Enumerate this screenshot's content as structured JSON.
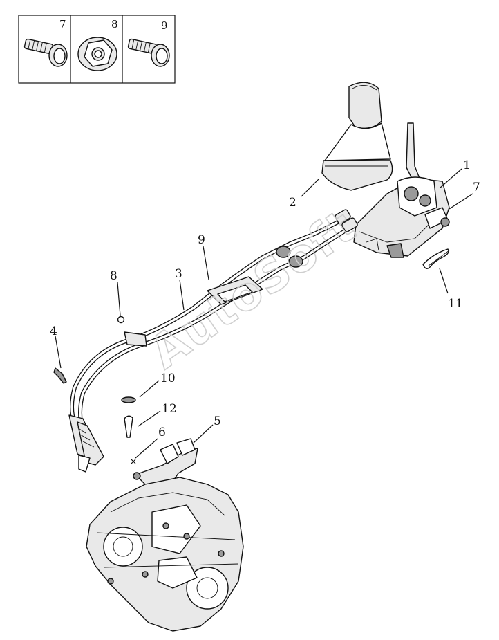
{
  "watermark": "AutoSoft",
  "fastener_boxes": [
    {
      "number": "7",
      "icon": "bolt-icon"
    },
    {
      "number": "8",
      "icon": "flange-nut-icon"
    },
    {
      "number": "9",
      "icon": "bolt-icon"
    }
  ],
  "callouts": {
    "c1": "1",
    "c2": "2",
    "c3": "3",
    "c4": "4",
    "c5": "5",
    "c6": "6",
    "c7": "7",
    "c8": "8",
    "c9": "9",
    "c10": "10",
    "c11": "11",
    "c12": "12"
  }
}
